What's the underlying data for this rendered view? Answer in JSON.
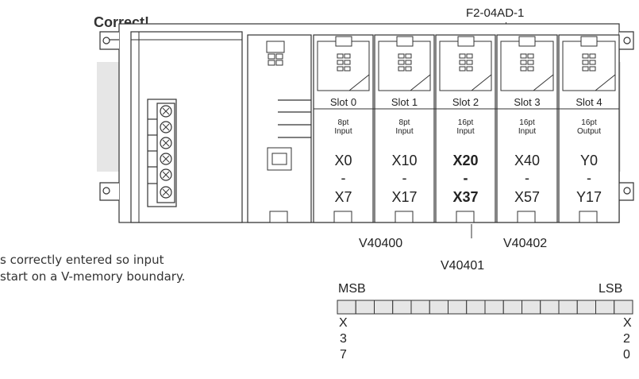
{
  "status_text": "Correct!",
  "module_label": "F2-04AD-1",
  "slots": [
    {
      "name": "Slot 0",
      "type": "8pt\nInput",
      "start": "X0",
      "dash": "-",
      "end": "X7",
      "highlight": false
    },
    {
      "name": "Slot 1",
      "type": "8pt\nInput",
      "start": "X10",
      "dash": "-",
      "end": "X17",
      "highlight": false
    },
    {
      "name": "Slot 2",
      "type": "16pt\nInput",
      "start": "X20",
      "dash": "-",
      "end": "X37",
      "highlight": true
    },
    {
      "name": "Slot 3",
      "type": "16pt\nInput",
      "start": "X40",
      "dash": "-",
      "end": "X57",
      "highlight": false
    },
    {
      "name": "Slot 4",
      "type": "16pt\nOutput",
      "start": "Y0",
      "dash": "-",
      "end": "Y17",
      "highlight": false
    }
  ],
  "vmem": {
    "left": "V40400",
    "middle": "V40401",
    "right": "V40402"
  },
  "note": {
    "line1": "s correctly entered so input",
    "line2": " start on a V-memory boundary."
  },
  "register": {
    "msb": "MSB",
    "lsb": "LSB",
    "bits": 16,
    "left_bit": [
      "X",
      "3",
      "7"
    ],
    "right_bit": [
      "X",
      "2",
      "0"
    ]
  },
  "colors": {
    "panel": "#e6e6e6",
    "outline": "#333333"
  }
}
